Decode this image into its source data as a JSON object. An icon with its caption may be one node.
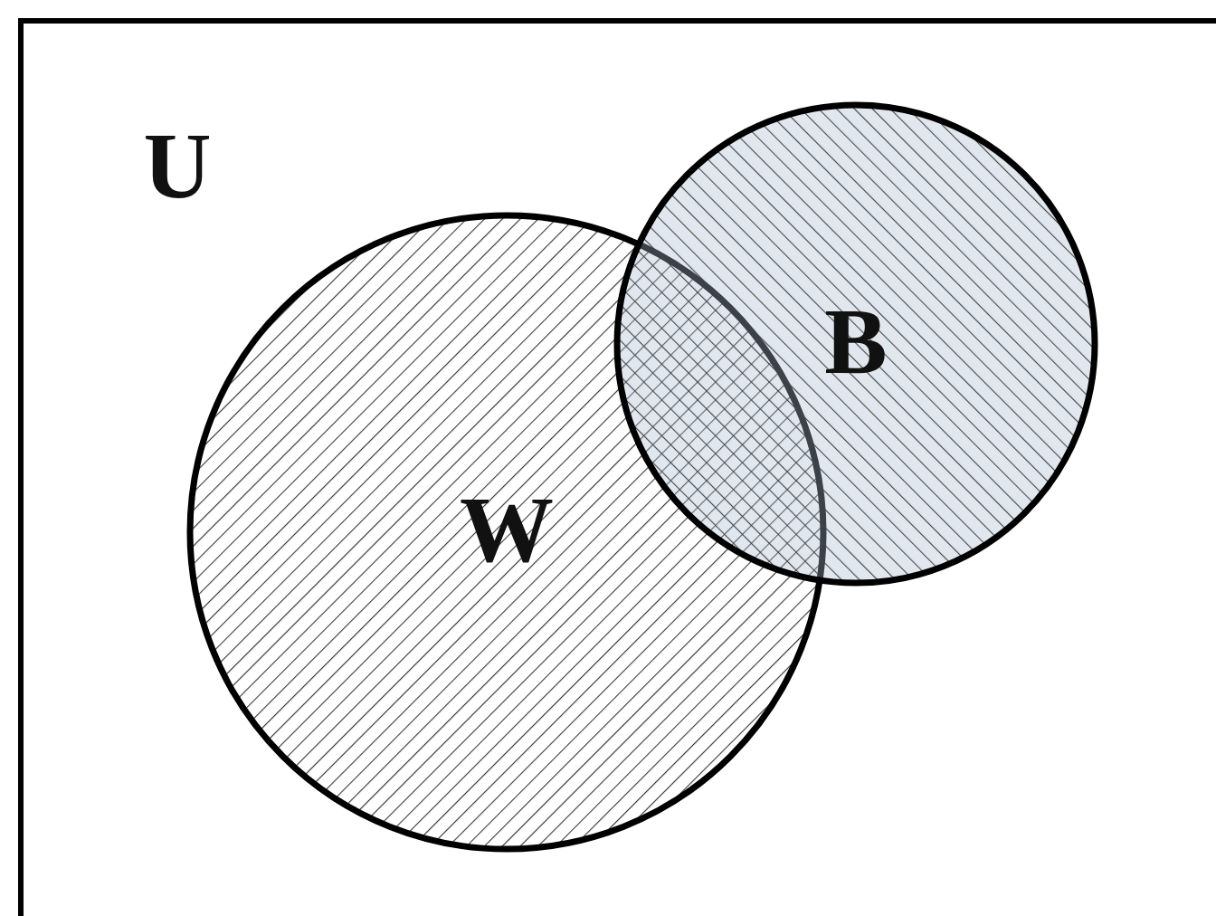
{
  "diagram": {
    "nodes": [
      {
        "text": [
          "U"
        ]
      },
      {
        "text": [
          "W"
        ],
        "in": 0
      },
      {
        "text": [
          "B"
        ],
        "in": 0
      }
    ]
  }
}
